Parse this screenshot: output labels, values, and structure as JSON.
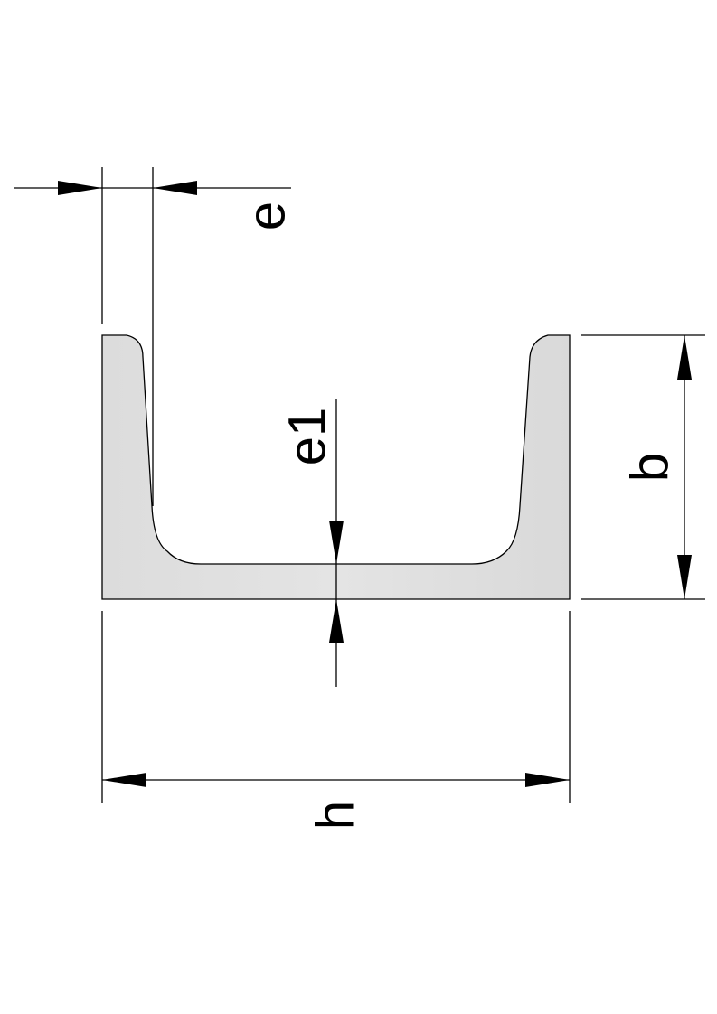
{
  "labels": {
    "web_thickness": "e",
    "flange_thickness": "e1",
    "height": "b",
    "width": "h"
  },
  "colors": {
    "section_fill": "#dedede",
    "line": "#000000",
    "background": "#ffffff"
  }
}
